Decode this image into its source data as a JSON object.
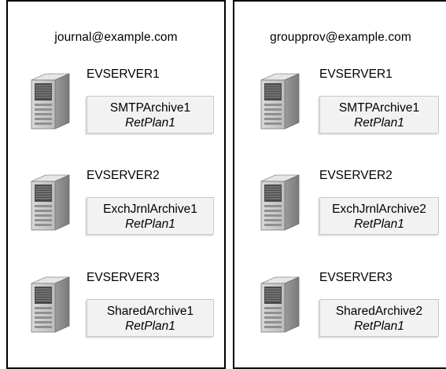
{
  "columns": [
    {
      "email": "journal@example.com",
      "servers": [
        {
          "name": "EVSERVER1",
          "archive": "SMTPArchive1",
          "plan": "RetPlan1"
        },
        {
          "name": "EVSERVER2",
          "archive": "ExchJrnlArchive1",
          "plan": "RetPlan1"
        },
        {
          "name": "EVSERVER3",
          "archive": "SharedArchive1",
          "plan": "RetPlan1"
        }
      ]
    },
    {
      "email": "groupprov@example.com",
      "servers": [
        {
          "name": "EVSERVER1",
          "archive": "SMTPArchive1",
          "plan": "RetPlan1"
        },
        {
          "name": "EVSERVER2",
          "archive": "ExchJrnlArchive2",
          "plan": "RetPlan1"
        },
        {
          "name": "EVSERVER3",
          "archive": "SharedArchive2",
          "plan": "RetPlan1"
        }
      ]
    }
  ],
  "icons": {
    "server": "server-tower-icon"
  }
}
